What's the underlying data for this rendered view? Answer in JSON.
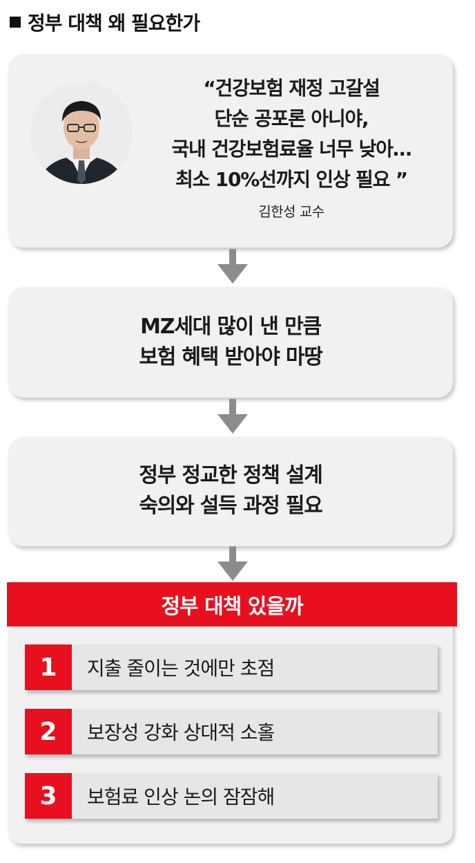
{
  "header": {
    "title": "정부 대책 왜 필요한가"
  },
  "quote": {
    "lines": [
      "“건강보험 재정 고갈설",
      "단순 공포론 아니야,",
      "국내 건강보험료율 너무 낮아…",
      "최소 10%선까지 인상 필요 ”"
    ],
    "author": "김한성 교수"
  },
  "steps": [
    {
      "lines": [
        "MZ세대 많이 낸 만큼",
        "보험 혜택 받아야 마땅"
      ]
    },
    {
      "lines": [
        "정부 정교한 정책 설계",
        "숙의와 설득 과정 필요"
      ]
    }
  ],
  "panel": {
    "title": "정부 대책 있을까",
    "items": [
      {
        "num": "1",
        "text": "지출 줄이는 것에만 초점"
      },
      {
        "num": "2",
        "text": "보장성 강화 상대적 소홀"
      },
      {
        "num": "3",
        "text": "보험료 인상 논의 잠잠해"
      }
    ]
  },
  "colors": {
    "accent_red": "#e8101e",
    "card_gray": "#f1f1f1",
    "arrow_gray": "#8c8c8c"
  }
}
